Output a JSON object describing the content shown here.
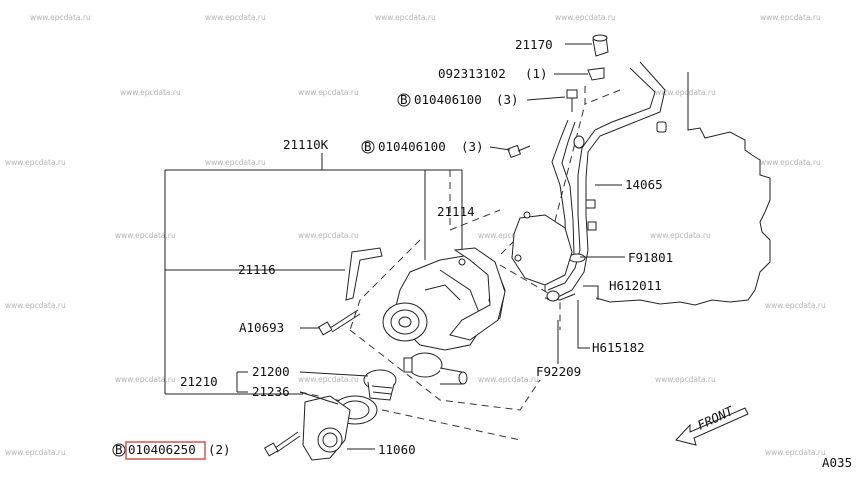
{
  "watermark": "www.epcdata.ru",
  "parts": {
    "p21170": "21170",
    "p092313102": "092313102",
    "p092313102_qty": "(1)",
    "b_top_prefix": "B",
    "p010406100_top": "010406100",
    "p010406100_top_qty": "(3)",
    "b_mid_prefix": "B",
    "p010406100_mid": "010406100",
    "p010406100_mid_qty": "(3)",
    "p21110K": "21110K",
    "p21114": "21114",
    "p14065": "14065",
    "pF91801": "F91801",
    "pH612011": "H612011",
    "p21116": "21116",
    "pA10693": "A10693",
    "pH615182": "H615182",
    "pF92209": "F92209",
    "p21200": "21200",
    "p21210": "21210",
    "p21236": "21236",
    "b_bot_prefix": "B",
    "p010406250": "010406250",
    "p010406250_qty": "(2)",
    "p11060": "11060"
  },
  "front_label": "FRONT",
  "figure_code": "A035",
  "highlight_color": "#d9534f"
}
